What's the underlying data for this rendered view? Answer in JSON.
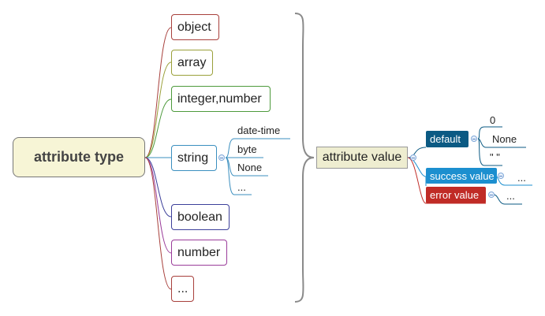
{
  "root": {
    "label": "attribute type"
  },
  "types": [
    {
      "label": "object",
      "color": "#a8403c"
    },
    {
      "label": "array",
      "color": "#9aa03a"
    },
    {
      "label": "integer,number",
      "color": "#4d9a3c"
    },
    {
      "label": "string",
      "color": "#3b8fbf"
    },
    {
      "label": "boolean",
      "color": "#3c3f9a"
    },
    {
      "label": "number",
      "color": "#9a3c9a"
    },
    {
      "label": "...",
      "color": "#a8403c"
    }
  ],
  "string_formats": [
    "date-time",
    "byte",
    "None",
    "..."
  ],
  "value": {
    "label": "attribute value",
    "default": {
      "label": "default",
      "color": "#0b5a83",
      "options": [
        "0",
        "None",
        "\" \""
      ]
    },
    "success": {
      "label": "success value",
      "color": "#1c8fcf",
      "options": [
        "..."
      ]
    },
    "error": {
      "label": "error value",
      "color": "#c02b26",
      "options": [
        "..."
      ]
    }
  }
}
